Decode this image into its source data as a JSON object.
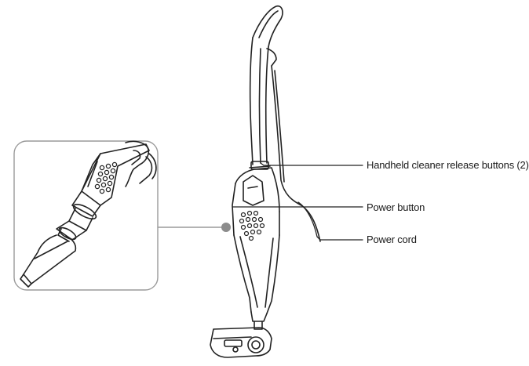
{
  "callouts": {
    "release_buttons": "Handheld cleaner release buttons (2)",
    "power_button": "Power button",
    "power_cord": "Power cord"
  },
  "colors": {
    "line": "#222222",
    "inset_border": "#9a9a9a",
    "marker": "#8c8c8c"
  },
  "icons": {
    "inset": "handheld-cleaner-detached",
    "main": "stick-vacuum"
  }
}
